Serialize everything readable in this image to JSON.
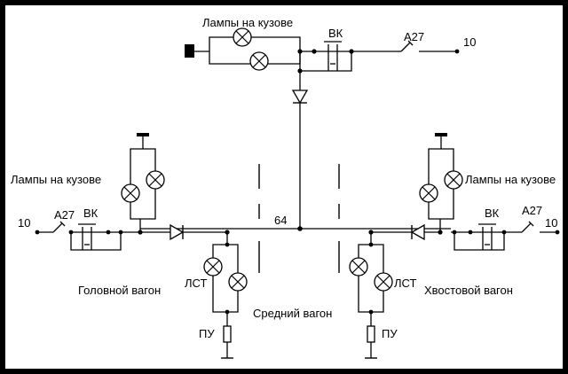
{
  "diagram": {
    "labels": {
      "lamps_body_top": "Лампы на кузове",
      "lamps_body_left": "Лампы на кузове",
      "lamps_body_right": "Лампы на кузове",
      "vk_top": "ВК",
      "vk_left": "ВК",
      "vk_right": "ВК",
      "a27_top": "А27",
      "a27_left": "А27",
      "a27_right": "А27",
      "wire_top": "10",
      "wire_left": "10",
      "wire_right": "10",
      "bus_number": "64",
      "lst_left": "ЛСТ",
      "lst_right": "ЛСТ",
      "head_car": "Головной вагон",
      "middle_car": "Средний вагон",
      "tail_car": "Хвостовой вагон",
      "pu_left": "ПУ",
      "pu_right": "ПУ"
    }
  }
}
